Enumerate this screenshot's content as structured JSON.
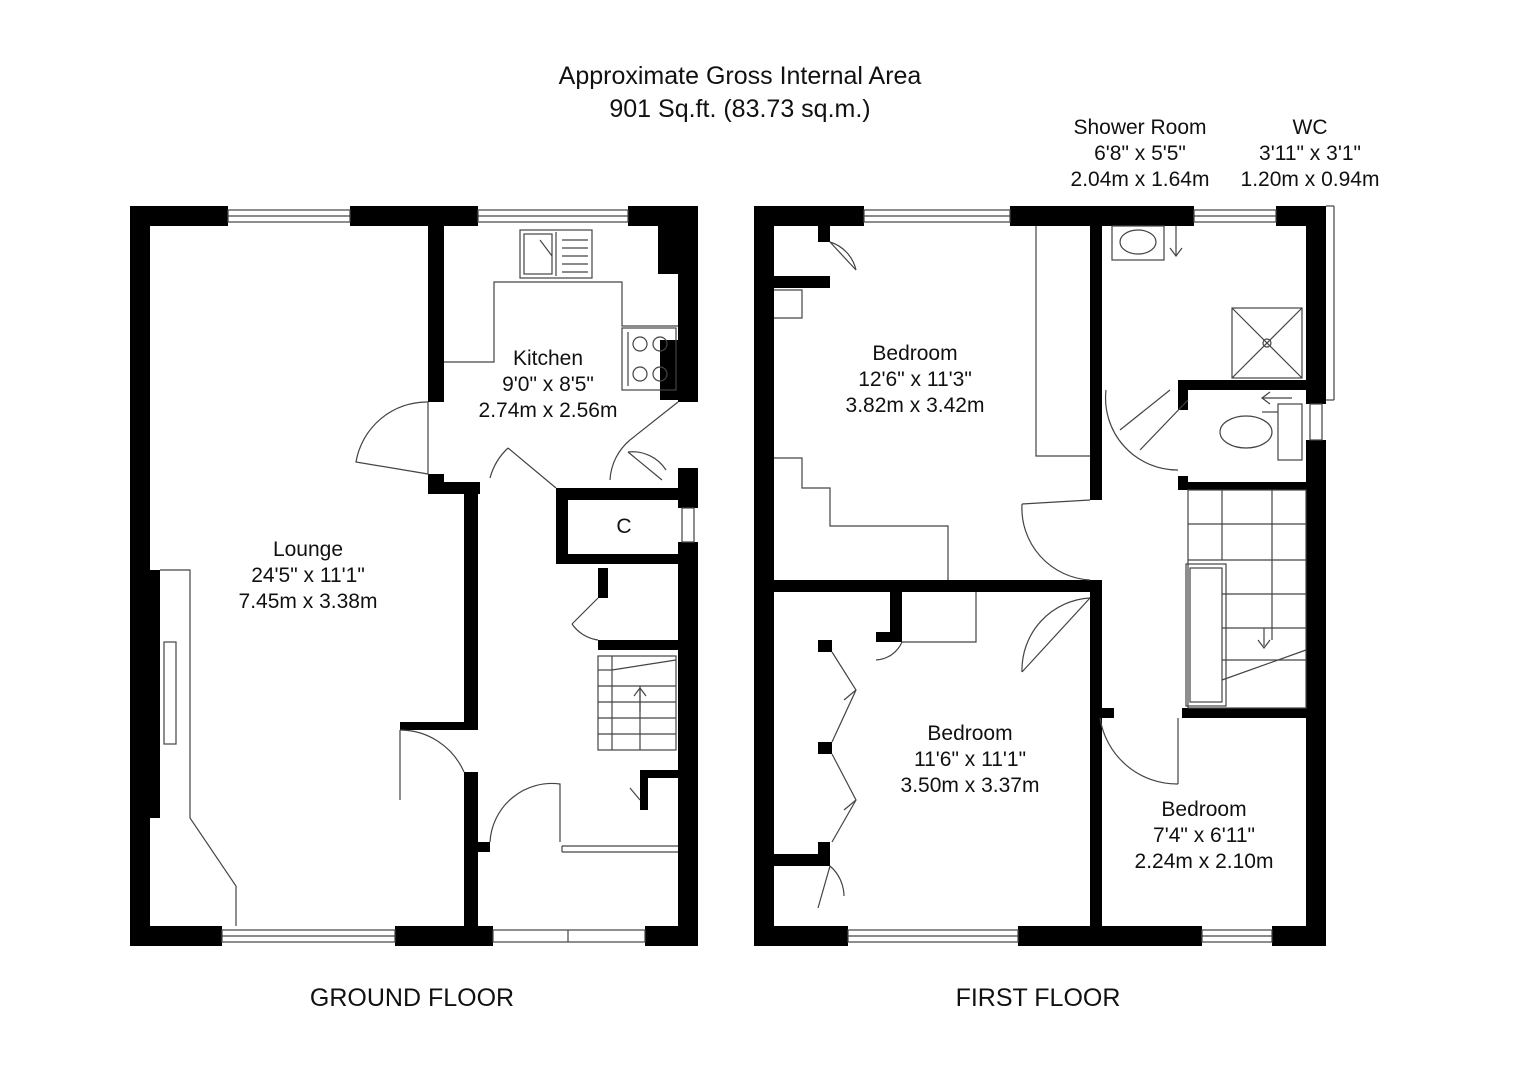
{
  "header": {
    "line1": "Approximate Gross Internal Area",
    "line2": "901 Sq.ft. (83.73 sq.m.)"
  },
  "floors": {
    "ground": "GROUND FLOOR",
    "first": "FIRST FLOOR"
  },
  "rooms": {
    "kitchen": {
      "name": "Kitchen",
      "imperial": "9'0\" x 8'5\"",
      "metric": "2.74m x 2.56m"
    },
    "lounge": {
      "name": "Lounge",
      "imperial": "24'5\" x 11'1\"",
      "metric": "7.45m x 3.38m"
    },
    "cupboard": {
      "name": "C"
    },
    "bedroom1": {
      "name": "Bedroom",
      "imperial": "12'6\" x 11'3\"",
      "metric": "3.82m x 3.42m"
    },
    "bedroom2": {
      "name": "Bedroom",
      "imperial": "11'6\" x 11'1\"",
      "metric": "3.50m x 3.37m"
    },
    "bedroom3": {
      "name": "Bedroom",
      "imperial": "7'4\" x 6'11\"",
      "metric": "2.24m x 2.10m"
    },
    "shower": {
      "name": "Shower Room",
      "imperial": "6'8\" x 5'5\"",
      "metric": "2.04m x 1.64m"
    },
    "wc": {
      "name": "WC",
      "imperial": "3'11\" x 3'1\"",
      "metric": "1.20m x 0.94m"
    }
  },
  "colors": {
    "wall": "#000000",
    "line": "#444444",
    "background": "#ffffff",
    "text": "#111111"
  }
}
